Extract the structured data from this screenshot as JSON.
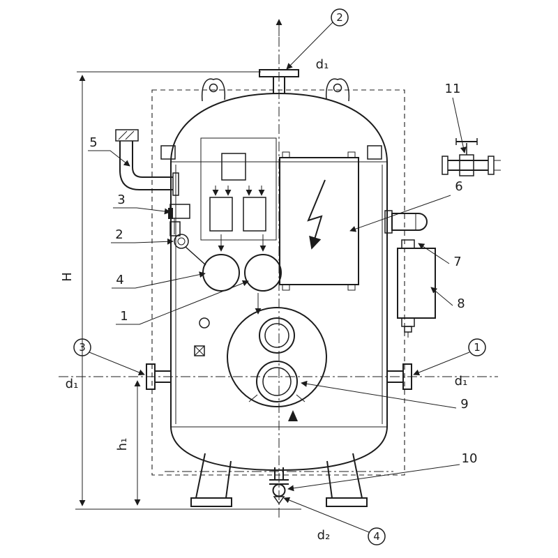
{
  "colors": {
    "ink": "#1c1c1c",
    "background": "#ffffff"
  },
  "balloons": {
    "b1": "1",
    "b2": "2",
    "b3": "3",
    "b4": "4"
  },
  "parts": {
    "p1": "1",
    "p2": "2",
    "p3": "3",
    "p4": "4",
    "p5": "5",
    "p6": "6",
    "p7": "7",
    "p8": "8",
    "p9": "9",
    "p10": "10",
    "p11": "11"
  },
  "dims": {
    "H": "H",
    "h1": "h₁",
    "d1_top": "d₁",
    "d1_left": "d₁",
    "d1_right": "d₁",
    "d2": "d₂"
  }
}
